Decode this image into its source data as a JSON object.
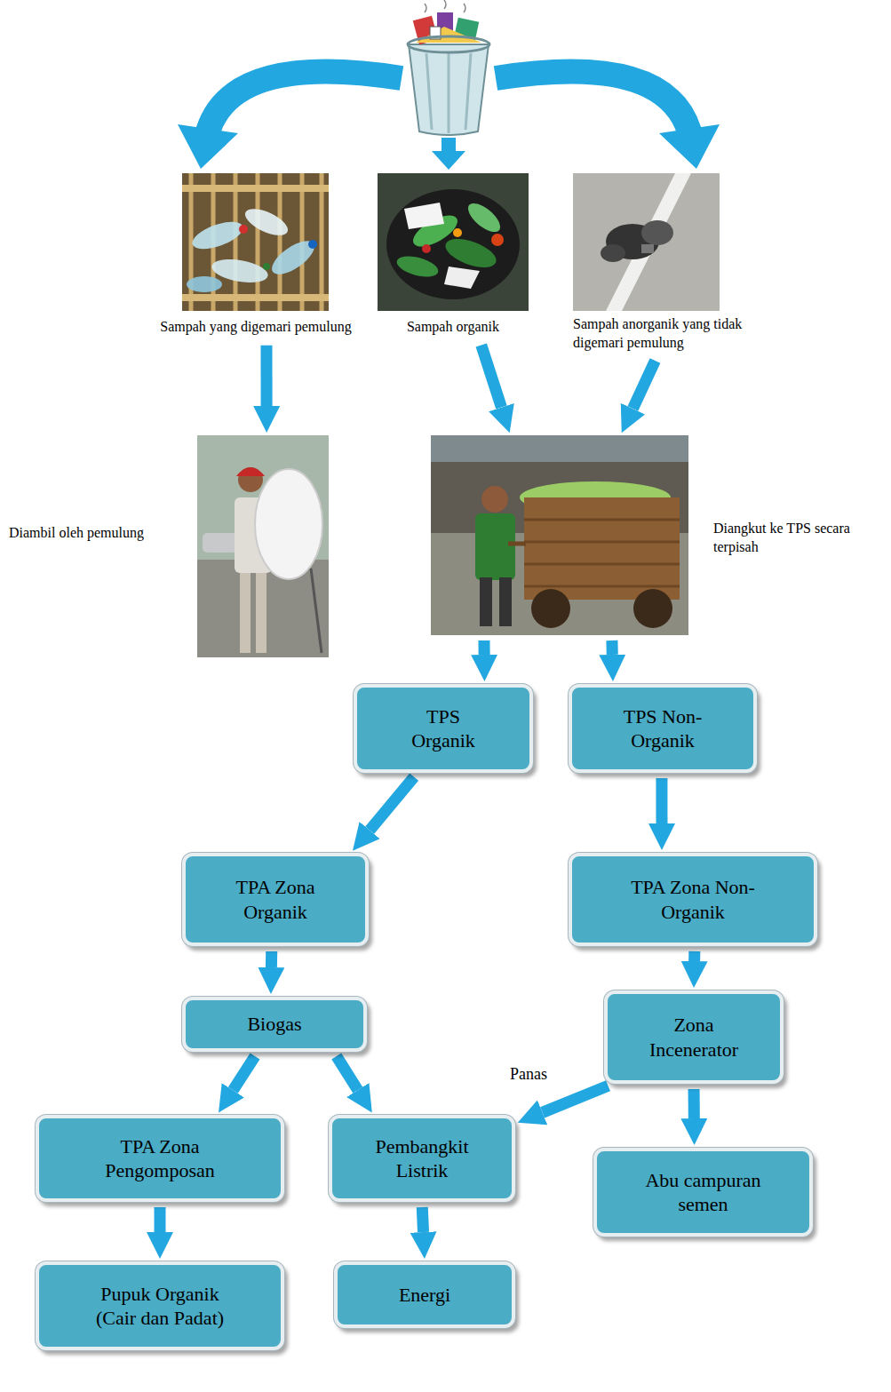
{
  "diagram": {
    "nodes": [
      {
        "text": [
          "Sampah yang digemari pemulung"
        ]
      },
      {
        "text": [
          "Sampah organik"
        ]
      },
      {
        "text": [
          "Sampah anorganik yang tidak digemari pemulung"
        ]
      },
      {
        "text": [
          "Diambil oleh pemulung"
        ]
      },
      {
        "text": [
          "Diangkut ke TPS secara terpisah"
        ]
      },
      {
        "text": [
          "TPS Organik"
        ]
      },
      {
        "text": [
          "TPS Non-Organik"
        ]
      },
      {
        "text": [
          "TPA Zona Organik"
        ]
      },
      {
        "text": [
          "TPA Zona Non-Organik"
        ]
      },
      {
        "text": [
          "Biogas"
        ]
      },
      {
        "text": [
          "Zona Incenerator"
        ]
      },
      {
        "text": [
          "TPA Zona Pengomposan"
        ]
      },
      {
        "text": [
          "Pembangkit Listrik"
        ]
      },
      {
        "text": [
          "Abu campuran semen"
        ]
      },
      {
        "text": [
          "Pupuk Organik (Cair dan Padat)"
        ]
      },
      {
        "text": [
          "Energi"
        ]
      }
    ],
    "edges": [
      {
        "from": 0,
        "to": 3,
        "arrow": "to"
      },
      {
        "from": 1,
        "to": 4,
        "arrow": "to"
      },
      {
        "from": 2,
        "to": 4,
        "arrow": "to"
      },
      {
        "from": 4,
        "to": 5,
        "arrow": "to"
      },
      {
        "from": 4,
        "to": 6,
        "arrow": "to"
      },
      {
        "from": 5,
        "to": 7,
        "arrow": "to"
      },
      {
        "from": 6,
        "to": 8,
        "arrow": "to"
      },
      {
        "from": 7,
        "to": 9,
        "arrow": "to"
      },
      {
        "from": 8,
        "to": 10,
        "arrow": "to"
      },
      {
        "from": 9,
        "to": 11,
        "arrow": "to"
      },
      {
        "from": 9,
        "to": 12,
        "arrow": "to"
      },
      {
        "from": 10,
        "to": 12,
        "label": "Panas",
        "arrow": "to"
      },
      {
        "from": 10,
        "to": 13,
        "arrow": "to"
      },
      {
        "from": 11,
        "to": 14,
        "arrow": "to"
      },
      {
        "from": 12,
        "to": 15,
        "arrow": "to"
      }
    ]
  }
}
